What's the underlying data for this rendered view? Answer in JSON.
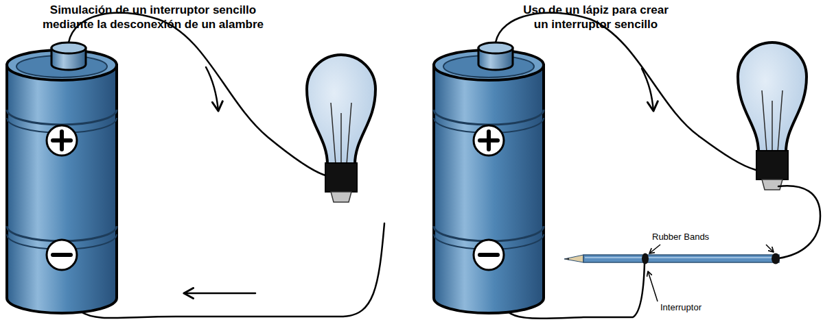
{
  "diagram": {
    "labels": [
      "Simulación de un interruptor sencillo mediante la desconexión de un alambre",
      "Uso de un lápiz para crear un interruptor sencillo",
      "Rubber Bands",
      "Interruptor"
    ]
  }
}
